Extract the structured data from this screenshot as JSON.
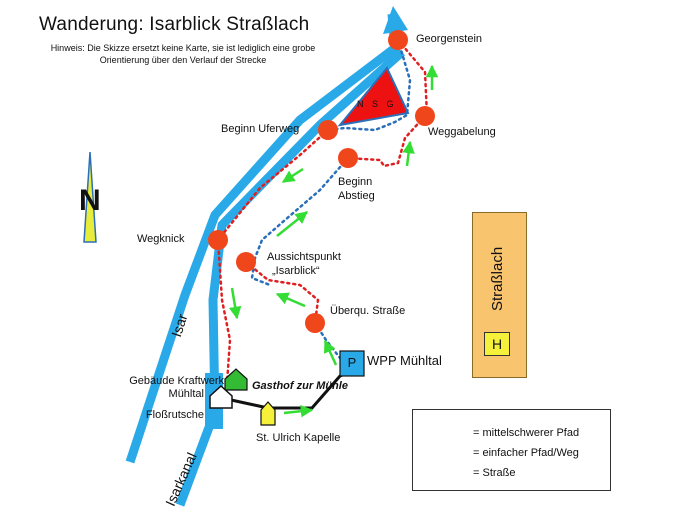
{
  "title": "Wanderung: Isarblick Straßlach",
  "hint": "Hinweis: Die Skizze ersetzt keine Karte, sie ist lediglich eine grobe Orientierung über den Verlauf der Strecke",
  "north_label": "N",
  "nsg_label": "N S G",
  "waypoints": {
    "georgenstein": "Georgenstein",
    "weggabelung": "Weggabelung",
    "beginn_uferweg": "Beginn Uferweg",
    "beginn_abstieg_1": "Beginn",
    "beginn_abstieg_2": "Abstieg",
    "wegknick": "Wegknick",
    "aussichtspunkt_1": "Aussichtspunkt",
    "aussichtspunkt_2": "„Isarblick“",
    "ueberqu_strasse": "Überqu. Straße",
    "wpp": "WPP Mühltal",
    "kraftwerk_1": "Gebäude Kraftwerk",
    "kraftwerk_2": "Mühltal",
    "flossrutsche": "Floßrutsche",
    "gasthof": "Gasthof zur Mühle",
    "kapelle": "St. Ulrich Kapelle"
  },
  "rivers": {
    "isar": "Isar",
    "isarkanal": "Isarkanal"
  },
  "town": {
    "name": "Straßlach",
    "bus_stop": "H"
  },
  "parking": "P",
  "legend": {
    "items": [
      {
        "label": "= mittelschwerer Pfad",
        "style": "dotted",
        "color": "#e02020"
      },
      {
        "label": "= einfacher Pfad/Weg",
        "style": "dotted",
        "color": "#2a6fb8"
      },
      {
        "label": "= Straße",
        "style": "solid",
        "color": "#111111"
      }
    ]
  },
  "colors": {
    "water": "#29a9e8",
    "waypoint": "#f0461c",
    "arrow": "#33dd33",
    "nsg": "#ee1111",
    "town": "#f9c46e",
    "parking": "#29a9e8",
    "gasthof": "#33bb33",
    "kapelle": "#f5f03a"
  }
}
